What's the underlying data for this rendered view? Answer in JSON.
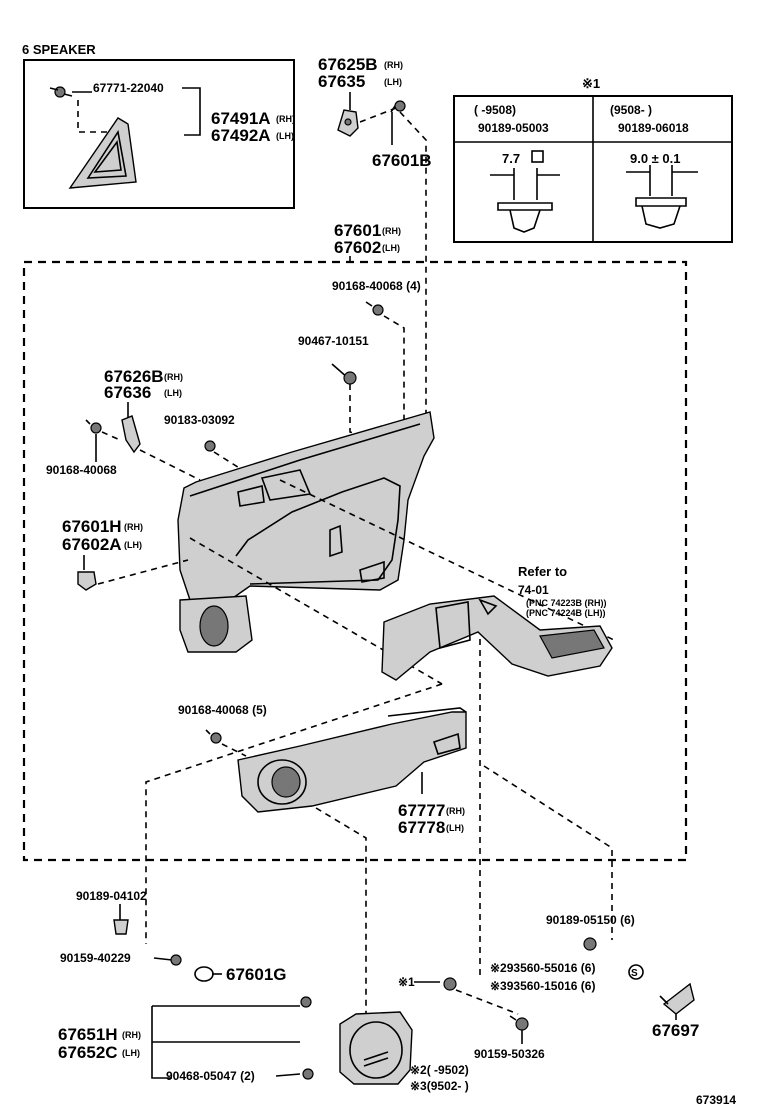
{
  "header": {
    "title": "6 SPEAKER"
  },
  "speaker_inset": {
    "screw_part": "67771-22040",
    "cover_rh": "67491A",
    "cover_rh_side": "(RH)",
    "cover_lh": "67492A",
    "cover_lh_side": "(LH)"
  },
  "top_parts": {
    "bracket_rh": "67625B",
    "bracket_rh_side": "(RH)",
    "bracket_lh": "67635",
    "bracket_lh_side": "(LH)",
    "clip": "67601B"
  },
  "note_table": {
    "mark": "※1",
    "col1_period": "(      -9508)",
    "col1_part": "90189-05003",
    "col1_dim": "7.7",
    "col2_period": "(9508-        )",
    "col2_part": "90189-06018",
    "col2_dim": "9.0 ± 0.1"
  },
  "panel": {
    "board_rh": "67601",
    "board_rh_side": "(RH)",
    "board_lh": "67602",
    "board_lh_side": "(LH)"
  },
  "fasteners": {
    "screw_4": "90168-40068 (4)",
    "bolt": "90467-10151",
    "screw_90183": "90183-03092",
    "screw_left": "90168-40068",
    "screw_5": "90168-40068 (5)",
    "clip_90189_04102": "90189-04102",
    "screw_90159_40229": "90159-40229",
    "clip_90189_05150": "90189-05150 (6)",
    "clip_93560_55016": "※293560-55016 (6)",
    "clip_93560_15016": "※393560-15016 (6)",
    "star1": "※1",
    "screw_90159_50326": "90159-50326",
    "screw_90468": "90468-05047 (2)"
  },
  "handle_parts": {
    "handle_rh": "67626B",
    "handle_rh_side": "(RH)",
    "handle_lh": "67636",
    "handle_lh_side": "(LH)",
    "retainer_rh": "67601H",
    "retainer_rh_side": "(RH)",
    "retainer_lh": "67602A",
    "retainer_lh_side": "(LH)"
  },
  "armrest_ref": {
    "title": "Refer to",
    "page": "74-01",
    "pnc_rh": "(PNC 74223B (RH))",
    "pnc_lh": "(PNC 74224B (LH))"
  },
  "pocket": {
    "pocket_rh": "67777",
    "pocket_rh_side": "(RH)",
    "pocket_lh": "67778",
    "pocket_lh_side": "(LH)"
  },
  "bottom_parts": {
    "cap_g": "67601G",
    "speaker_grille_rh": "67651H",
    "speaker_grille_rh_side": "(RH)",
    "speaker_grille_lh": "67652C",
    "speaker_grille_lh_side": "(LH)",
    "bracket_67697": "67697",
    "note_period_2": "※2(      -9502)",
    "note_period_3": "※3(9502-       )"
  },
  "footer": {
    "figure_number": "673914"
  }
}
